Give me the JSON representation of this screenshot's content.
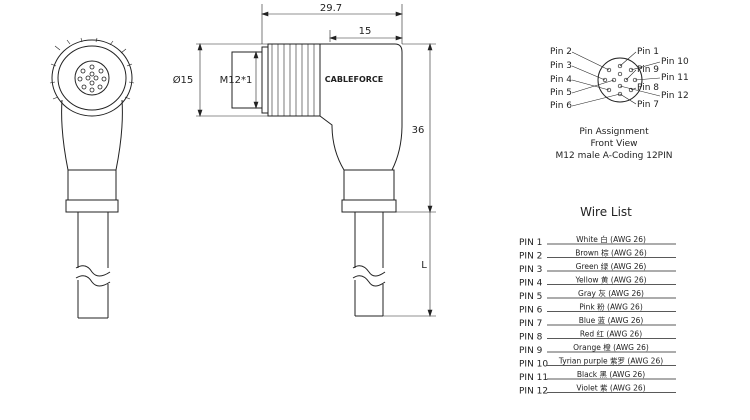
{
  "dimensions": {
    "overall_length": "29.7",
    "head_width": "15",
    "height": "36",
    "diameter": "Ø15",
    "thread": "M12*1",
    "cable_length": "L"
  },
  "brand": "CABLEFORCE",
  "pin_diagram": {
    "left_labels": [
      "Pin 2",
      "Pin 3",
      "Pin 4",
      "Pin 5",
      "Pin 6"
    ],
    "right_labels": [
      "Pin 1",
      "Pin 10",
      "Pin 9",
      "Pin 11",
      "Pin 8",
      "Pin 12",
      "Pin 7"
    ],
    "caption_lines": [
      "Pin  Assignment",
      "Front  View",
      "M12 male A-Coding 12PIN"
    ]
  },
  "wire_list": {
    "title": "Wire  List",
    "rows": [
      {
        "pin": "PIN 1",
        "desc": "White 白 (AWG 26)"
      },
      {
        "pin": "PIN 2",
        "desc": "Brown 棕 (AWG 26)"
      },
      {
        "pin": "PIN 3",
        "desc": "Green 绿 (AWG 26)"
      },
      {
        "pin": "PIN 4",
        "desc": "Yellow 黄 (AWG 26)"
      },
      {
        "pin": "PIN 5",
        "desc": "Gray  灰 (AWG 26)"
      },
      {
        "pin": "PIN 6",
        "desc": "Pink  粉 (AWG 26)"
      },
      {
        "pin": "PIN 7",
        "desc": "Blue  蓝 (AWG 26)"
      },
      {
        "pin": "PIN 8",
        "desc": "Red   红 (AWG 26)"
      },
      {
        "pin": "PIN 9",
        "desc": "Orange 橙 (AWG 26)"
      },
      {
        "pin": "PIN 10",
        "desc": "Tyrian purple  紫罗 (AWG 26)"
      },
      {
        "pin": "PIN 11",
        "desc": "Black  黑 (AWG 26)"
      },
      {
        "pin": "PIN 12",
        "desc": "Violet  紫 (AWG 26)"
      }
    ]
  }
}
